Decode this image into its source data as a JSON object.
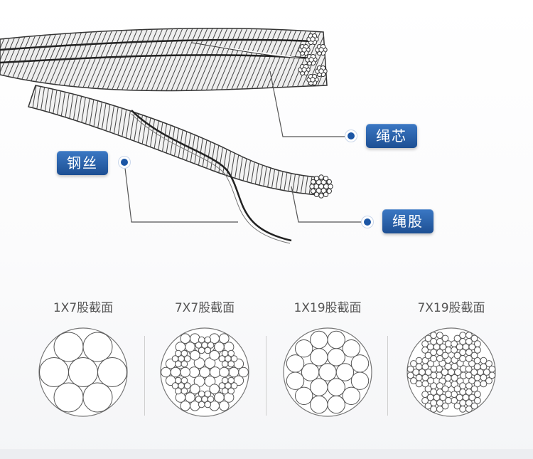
{
  "labels": {
    "rope_core": "绳芯",
    "steel_wire": "钢丝",
    "rope_strand": "绳股"
  },
  "sections": [
    {
      "title": "1X7股截面",
      "pattern": "1x7"
    },
    {
      "title": "7X7股截面",
      "pattern": "7x7"
    },
    {
      "title": "1X19股截面",
      "pattern": "1x19"
    },
    {
      "title": "7X19股截面",
      "pattern": "7x19"
    }
  ],
  "colors": {
    "callout_top": "#3b78c4",
    "callout_bottom": "#1d4f93",
    "leader_dot": "#1b56a5",
    "line_art": "#333333"
  }
}
